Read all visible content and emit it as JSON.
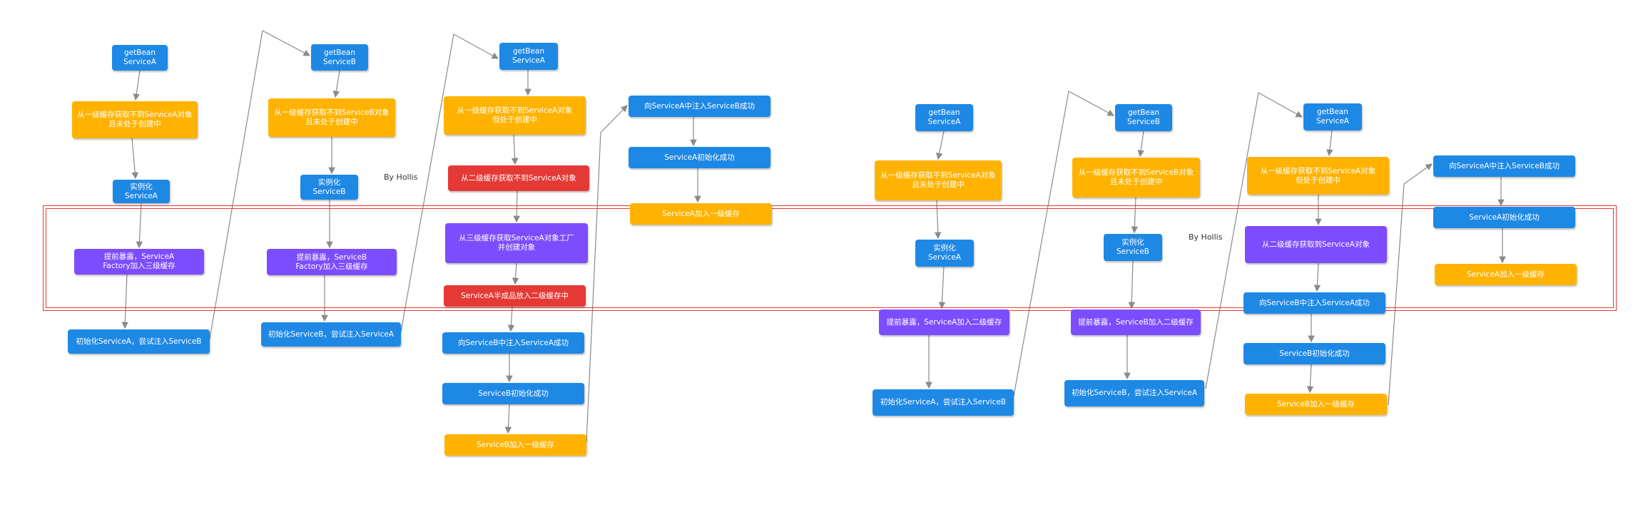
{
  "colors": {
    "blue": "#1e88e5",
    "orange": "#ffb300",
    "purple": "#7c4dff",
    "red": "#e53935",
    "line": "#8a8a8a"
  },
  "watermark": "By Hollis",
  "diagram1": {
    "col1": [
      "getBean\nServiceA",
      "从一级缓存获取不到ServiceA对象\n且未处于创建中",
      "实例化ServiceA",
      "提前暴露，ServiceA\nFactory加入三级缓存",
      "初始化ServiceA，尝试注入ServiceB"
    ],
    "col2": [
      "getBean\nServiceB",
      "从一级缓存获取不到ServiceB对象\n且未处于创建中",
      "实例化ServiceB",
      "提前暴露，ServiceB\nFactory加入三级缓存",
      "初始化ServiceB，尝试注入ServiceA"
    ],
    "col3": [
      "getBean\nServiceA",
      "从一级缓存获取不到ServiceA对象\n但处于创建中",
      "从二级缓存获取不到ServiceA对象",
      "从三级缓存获取ServiceA对象工厂\n并创建对象",
      "ServiceA半成品放入二级缓存中",
      "向ServiceB中注入ServiceA成功",
      "ServiceB初始化成功",
      "ServiceB加入一级缓存"
    ],
    "col4": [
      "向ServiceA中注入ServiceB成功",
      "ServiceA初始化成功",
      "ServiceA加入一级缓存"
    ]
  },
  "diagram2": {
    "col1": [
      "getBean\nServiceA",
      "从一级缓存获取不到ServiceA对象\n且未处于创建中",
      "实例化ServiceA",
      "提前暴露，ServiceA加入二级缓存",
      "初始化ServiceA，尝试注入ServiceB"
    ],
    "col2": [
      "getBean\nServiceB",
      "从一级缓存获取不到ServiceB对象\n且未处于创建中",
      "实例化ServiceB",
      "提前暴露，ServiceB加入二级缓存",
      "初始化ServiceB，尝试注入ServiceA"
    ],
    "col3": [
      "getBean\nServiceA",
      "从一级缓存获取不到ServiceA对象\n但处于创建中",
      "从二级缓存获取到ServiceA对象",
      "向ServiceB中注入ServiceA成功",
      "ServiceB初始化成功",
      "ServiceB加入一级缓存"
    ],
    "col4": [
      "向ServiceA中注入ServiceB成功",
      "ServiceA初始化成功",
      "ServiceA加入一级缓存"
    ]
  }
}
